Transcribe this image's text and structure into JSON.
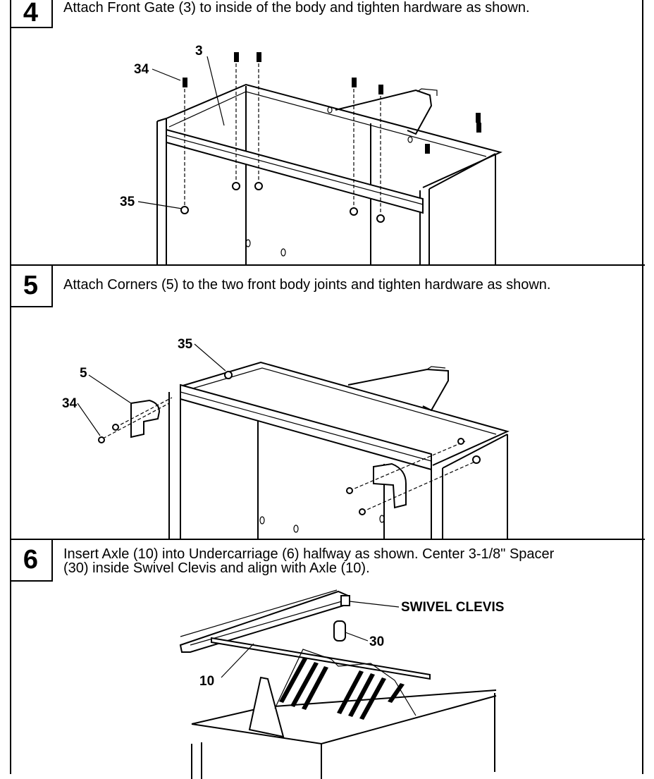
{
  "steps": [
    {
      "number": "4",
      "instruction": "Attach Front Gate (3) to inside of the body and tighten hardware as shown.",
      "callouts": {
        "gate": "3",
        "bolt": "34",
        "nut": "35"
      }
    },
    {
      "number": "5",
      "instruction": "Attach Corners (5) to the two front body joints and tighten hardware as shown.",
      "callouts": {
        "nut": "35",
        "corner": "5",
        "bolt": "34"
      }
    },
    {
      "number": "6",
      "instruction_line1": "Insert Axle (10) into Undercarriage (6) halfway as shown. Center 3-1/8\" Spacer",
      "instruction_line2": "(30) inside Swivel Clevis and align with Axle (10).",
      "callouts": {
        "clevis": "SWIVEL CLEVIS",
        "spacer": "30",
        "axle": "10"
      }
    }
  ]
}
